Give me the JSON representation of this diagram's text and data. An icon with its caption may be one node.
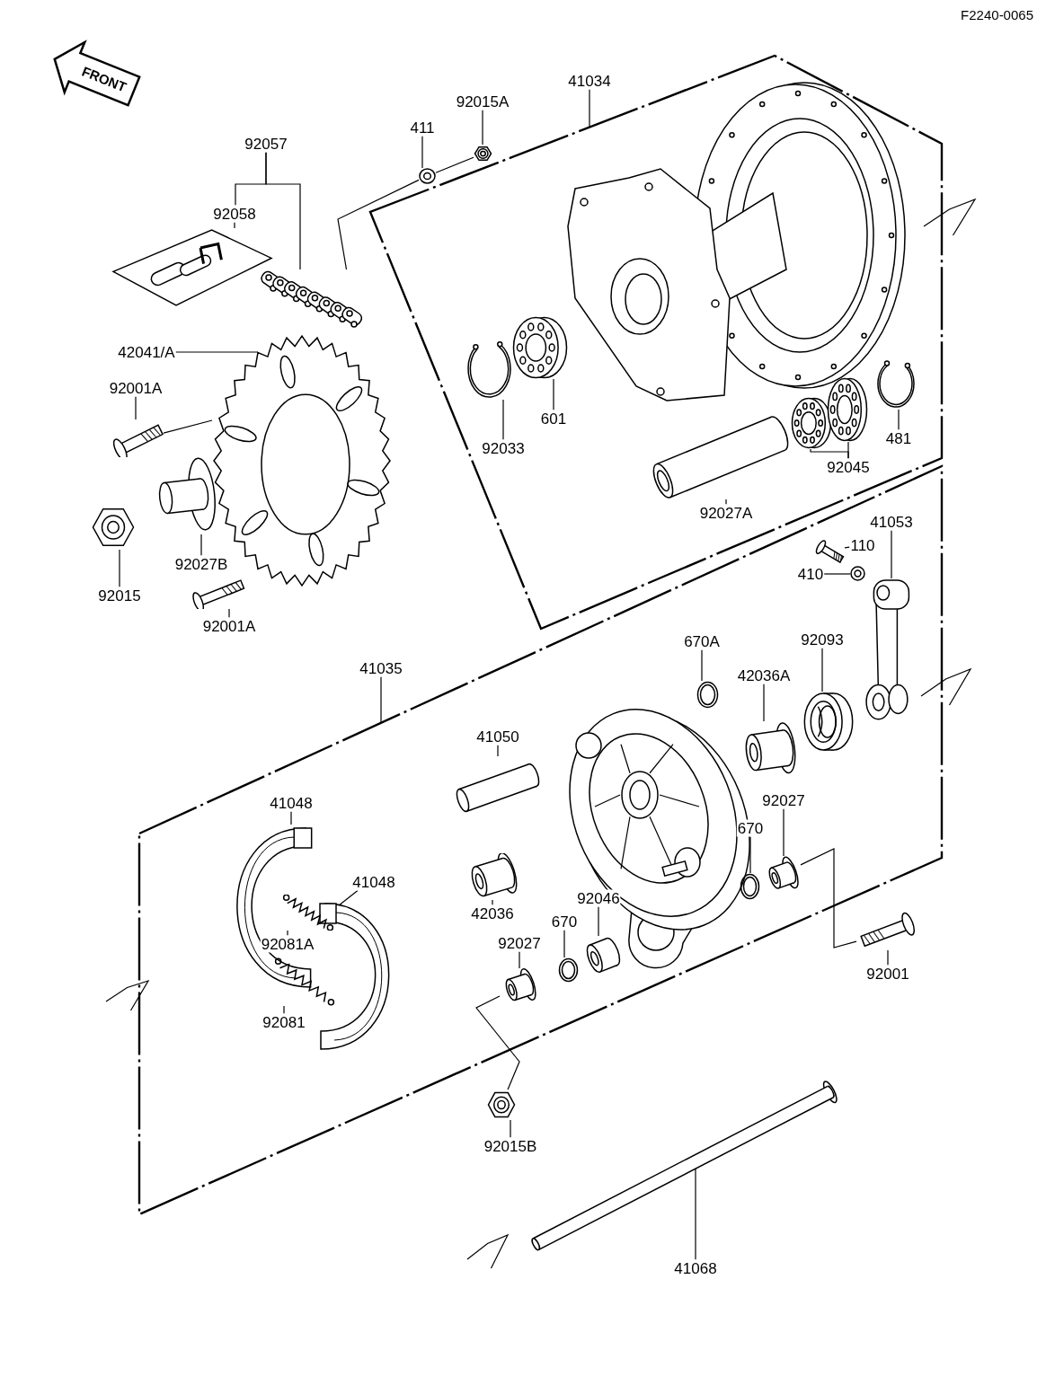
{
  "diagram": {
    "nodes": [
      {
        "text": [],
        "shape": "box"
      },
      {
        "text": [],
        "shape": "box"
      },
      {
        "text": [
          "411"
        ]
      },
      {
        "text": [
          "92015A"
        ]
      },
      {
        "text": [
          "41034"
        ]
      },
      {
        "text": [
          "92057"
        ]
      },
      {
        "text": [
          "92058"
        ]
      },
      {
        "text": [
          "42041/A"
        ]
      },
      {
        "text": [
          "92001A"
        ]
      },
      {
        "text": [
          "92033"
        ],
        "in": 0
      },
      {
        "text": [
          "601"
        ],
        "in": 0
      },
      {
        "text": [
          "481"
        ],
        "in": 0
      },
      {
        "text": [
          "92045"
        ],
        "in": 0
      },
      {
        "text": [
          "92027A"
        ],
        "in": 0
      },
      {
        "text": [
          "92015"
        ]
      },
      {
        "text": [
          "92027B"
        ]
      },
      {
        "text": [
          "92001A"
        ]
      },
      {
        "text": [
          "41053"
        ],
        "in": 1
      },
      {
        "text": [
          "110"
        ],
        "in": 1
      },
      {
        "text": [
          "410"
        ],
        "in": 1
      },
      {
        "text": [
          "670A"
        ],
        "in": 1
      },
      {
        "text": [
          "92093"
        ],
        "in": 1
      },
      {
        "text": [
          "42036A"
        ],
        "in": 1
      },
      {
        "text": [
          "41035"
        ]
      },
      {
        "text": [
          "41050"
        ],
        "in": 1
      },
      {
        "text": [
          "41048"
        ],
        "in": 1
      },
      {
        "text": [
          "41048"
        ],
        "in": 1
      },
      {
        "text": [
          "92027"
        ],
        "in": 1
      },
      {
        "text": [
          "670"
        ],
        "in": 1
      },
      {
        "text": [
          "42036"
        ],
        "in": 1
      },
      {
        "text": [
          "92046"
        ],
        "in": 1
      },
      {
        "text": [
          "670"
        ],
        "in": 1
      },
      {
        "text": [
          "92027"
        ],
        "in": 1
      },
      {
        "text": [
          "92081A"
        ],
        "in": 1
      },
      {
        "text": [
          "92081"
        ],
        "in": 1
      },
      {
        "text": [
          "92001"
        ]
      },
      {
        "text": [
          "92015B"
        ]
      },
      {
        "text": [
          "41068"
        ]
      },
      {
        "text": [],
        "shape": "picture"
      },
      {
        "text": [],
        "shape": "picture"
      },
      {
        "text": [],
        "shape": "picture"
      },
      {
        "text": [],
        "shape": "picture"
      },
      {
        "text": [],
        "shape": "picture"
      },
      {
        "text": [],
        "shape": "picture"
      },
      {
        "text": [],
        "shape": "picture",
        "in": 0
      },
      {
        "text": [],
        "shape": "picture",
        "in": 0
      },
      {
        "text": [],
        "shape": "picture",
        "in": 0
      },
      {
        "text": [],
        "shape": "picture",
        "in": 0
      },
      {
        "text": [],
        "shape": "picture",
        "in": 0
      },
      {
        "text": [],
        "shape": "picture",
        "in": 0
      },
      {
        "text": [],
        "shape": "picture"
      },
      {
        "text": [],
        "shape": "picture"
      },
      {
        "text": [],
        "shape": "picture"
      },
      {
        "text": [],
        "shape": "picture",
        "in": 1
      },
      {
        "text": [],
        "shape": "picture",
        "in": 1
      },
      {
        "text": [],
        "shape": "picture",
        "in": 1
      },
      {
        "text": [],
        "shape": "picture",
        "in": 1
      },
      {
        "text": [],
        "shape": "picture",
        "in": 1
      },
      {
        "text": [],
        "shape": "picture",
        "in": 1
      },
      {
        "text": [],
        "shape": "picture",
        "in": 1
      },
      {
        "text": [],
        "shape": "picture",
        "in": 1
      },
      {
        "text": [],
        "shape": "picture",
        "in": 1
      },
      {
        "text": [],
        "shape": "picture",
        "in": 1
      },
      {
        "text": [],
        "shape": "picture",
        "in": 1
      },
      {
        "text": [],
        "shape": "picture",
        "in": 1
      },
      {
        "text": [],
        "shape": "picture",
        "in": 1
      },
      {
        "text": [],
        "shape": "picture",
        "in": 1
      },
      {
        "text": [],
        "shape": "picture",
        "in": 1
      },
      {
        "text": [],
        "shape": "picture",
        "in": 1
      },
      {
        "text": [],
        "shape": "picture",
        "in": 1
      },
      {
        "text": [],
        "shape": "picture"
      },
      {
        "text": [],
        "shape": "picture"
      },
      {
        "text": [],
        "shape": "picture"
      }
    ],
    "edges": [
      {
        "from": 2,
        "to": 38,
        "arrow": "none"
      },
      {
        "from": 3,
        "to": 39,
        "arrow": "none"
      },
      {
        "from": 4,
        "to": 0,
        "arrow": "none"
      },
      {
        "from": 5,
        "to": 6,
        "arrow": "none"
      },
      {
        "from": 5,
        "to": 40,
        "arrow": "none"
      },
      {
        "from": 6,
        "to": 41,
        "arrow": "none"
      },
      {
        "from": 7,
        "to": 42,
        "arrow": "none"
      },
      {
        "from": 8,
        "to": 43,
        "arrow": "none"
      },
      {
        "from": 9,
        "to": 44,
        "arrow": "none"
      },
      {
        "from": 10,
        "to": 45,
        "arrow": "none"
      },
      {
        "from": 11,
        "to": 48,
        "arrow": "none"
      },
      {
        "from": 12,
        "to": 46,
        "arrow": "none"
      },
      {
        "from": 12,
        "to": 47,
        "arrow": "none"
      },
      {
        "from": 13,
        "to": 49,
        "arrow": "none"
      },
      {
        "from": 14,
        "to": 50,
        "arrow": "none"
      },
      {
        "from": 15,
        "to": 51,
        "arrow": "none"
      },
      {
        "from": 16,
        "to": 52,
        "arrow": "none"
      },
      {
        "from": 17,
        "to": 53,
        "arrow": "none"
      },
      {
        "from": 18,
        "to": 54,
        "arrow": "none"
      },
      {
        "from": 19,
        "to": 55,
        "arrow": "none"
      },
      {
        "from": 20,
        "to": 56,
        "arrow": "none"
      },
      {
        "from": 21,
        "to": 57,
        "arrow": "none"
      },
      {
        "from": 22,
        "to": 58,
        "arrow": "none"
      },
      {
        "from": 23,
        "to": 1,
        "arrow": "none"
      },
      {
        "from": 24,
        "to": 59,
        "arrow": "none"
      },
      {
        "from": 25,
        "to": 60,
        "arrow": "none"
      },
      {
        "from": 26,
        "to": 61,
        "arrow": "none"
      },
      {
        "from": 27,
        "to": 62,
        "arrow": "none"
      },
      {
        "from": 28,
        "to": 63,
        "arrow": "none"
      },
      {
        "from": 29,
        "to": 64,
        "arrow": "none"
      },
      {
        "from": 30,
        "to": 65,
        "arrow": "none"
      },
      {
        "from": 31,
        "to": 66,
        "arrow": "none"
      },
      {
        "from": 32,
        "to": 67,
        "arrow": "none"
      },
      {
        "from": 33,
        "to": 68,
        "arrow": "none"
      },
      {
        "from": 34,
        "to": 69,
        "arrow": "none"
      },
      {
        "from": 35,
        "to": 70,
        "arrow": "none"
      },
      {
        "from": 36,
        "to": 71,
        "arrow": "none"
      },
      {
        "from": 37,
        "to": 72,
        "arrow": "none"
      },
      {
        "from": 39,
        "to": 38,
        "arrow": "none"
      },
      {
        "from": 38,
        "to": 40,
        "arrow": "none"
      },
      {
        "from": 43,
        "to": 42,
        "arrow": "none"
      },
      {
        "from": 62,
        "to": 70,
        "arrow": "none"
      },
      {
        "from": 67,
        "to": 71,
        "arrow": "none"
      }
    ],
    "labels": [
      "F2240-0065",
      "FRONT"
    ]
  }
}
